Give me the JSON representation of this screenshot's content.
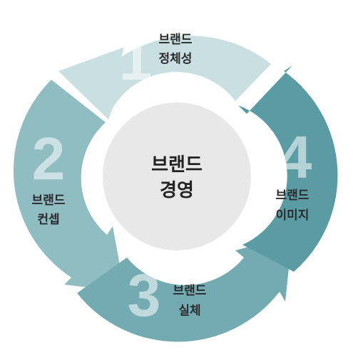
{
  "center": {
    "line1": "브랜드",
    "line2": "경영"
  },
  "stages": [
    {
      "number": "1",
      "line1": "브랜드",
      "line2": "정체성",
      "color": "#c9dfe1"
    },
    {
      "number": "2",
      "line1": "브랜드",
      "line2": "컨셉",
      "color": "#8fbdc2"
    },
    {
      "number": "3",
      "line1": "브랜드",
      "line2": "실체",
      "color": "#74abb2"
    },
    {
      "number": "4",
      "line1": "브랜드",
      "line2": "이미지",
      "color": "#5b9ca4"
    }
  ],
  "colors": {
    "center_fill": "#e8e8e8",
    "background": "#ffffff"
  }
}
